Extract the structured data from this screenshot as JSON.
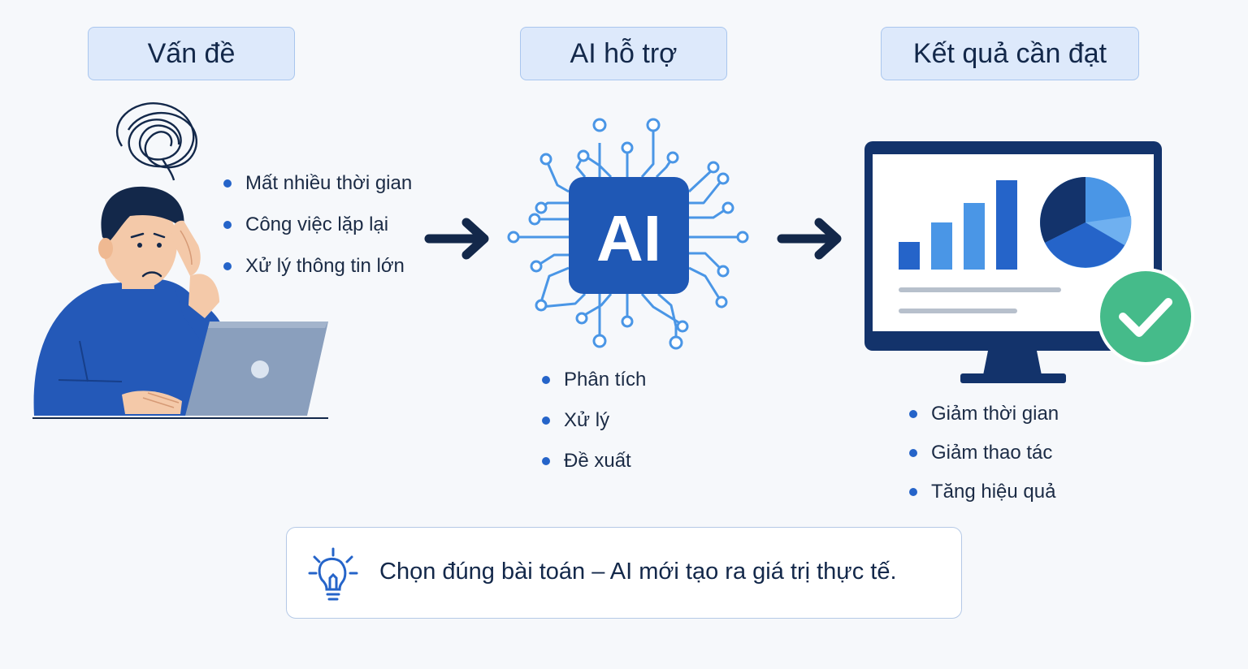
{
  "columns": [
    {
      "title": "Vấn đề",
      "items": [
        "Mất nhiều thời gian",
        "Công việc lặp lại",
        "Xử lý thông tin lớn"
      ]
    },
    {
      "title": "AI hỗ trợ",
      "chip_label": "AI",
      "items": [
        "Phân tích",
        "Xử lý",
        "Đề xuất"
      ]
    },
    {
      "title": "Kết quả cần đạt",
      "items": [
        "Giảm thời gian",
        "Giảm thao tác",
        "Tăng hiệu quả"
      ]
    }
  ],
  "tip": {
    "icon": "lightbulb-icon",
    "text": "Chọn đúng bài toán – AI mới tạo ra giá trị thực tế."
  },
  "colors": {
    "navy": "#13284a",
    "primary": "#2564c9",
    "light_blue": "#4a96e6",
    "header_bg": "#dde9fb",
    "success": "#45bb8a"
  }
}
